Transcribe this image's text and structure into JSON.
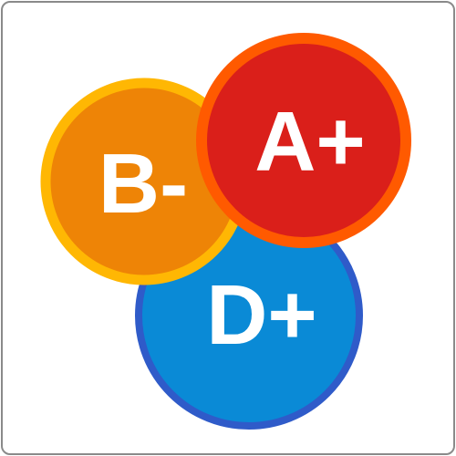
{
  "badges": [
    {
      "grade": "D+",
      "fill": "#0a8ad6",
      "ring": "#2f5bc9"
    },
    {
      "grade": "B-",
      "fill": "#ee8406",
      "ring": "#ffb703"
    },
    {
      "grade": "A+",
      "fill": "#da1f1a",
      "ring": "#ff5a00"
    }
  ],
  "text_color": "#ffffff",
  "frame_color": "#8a8a8a"
}
